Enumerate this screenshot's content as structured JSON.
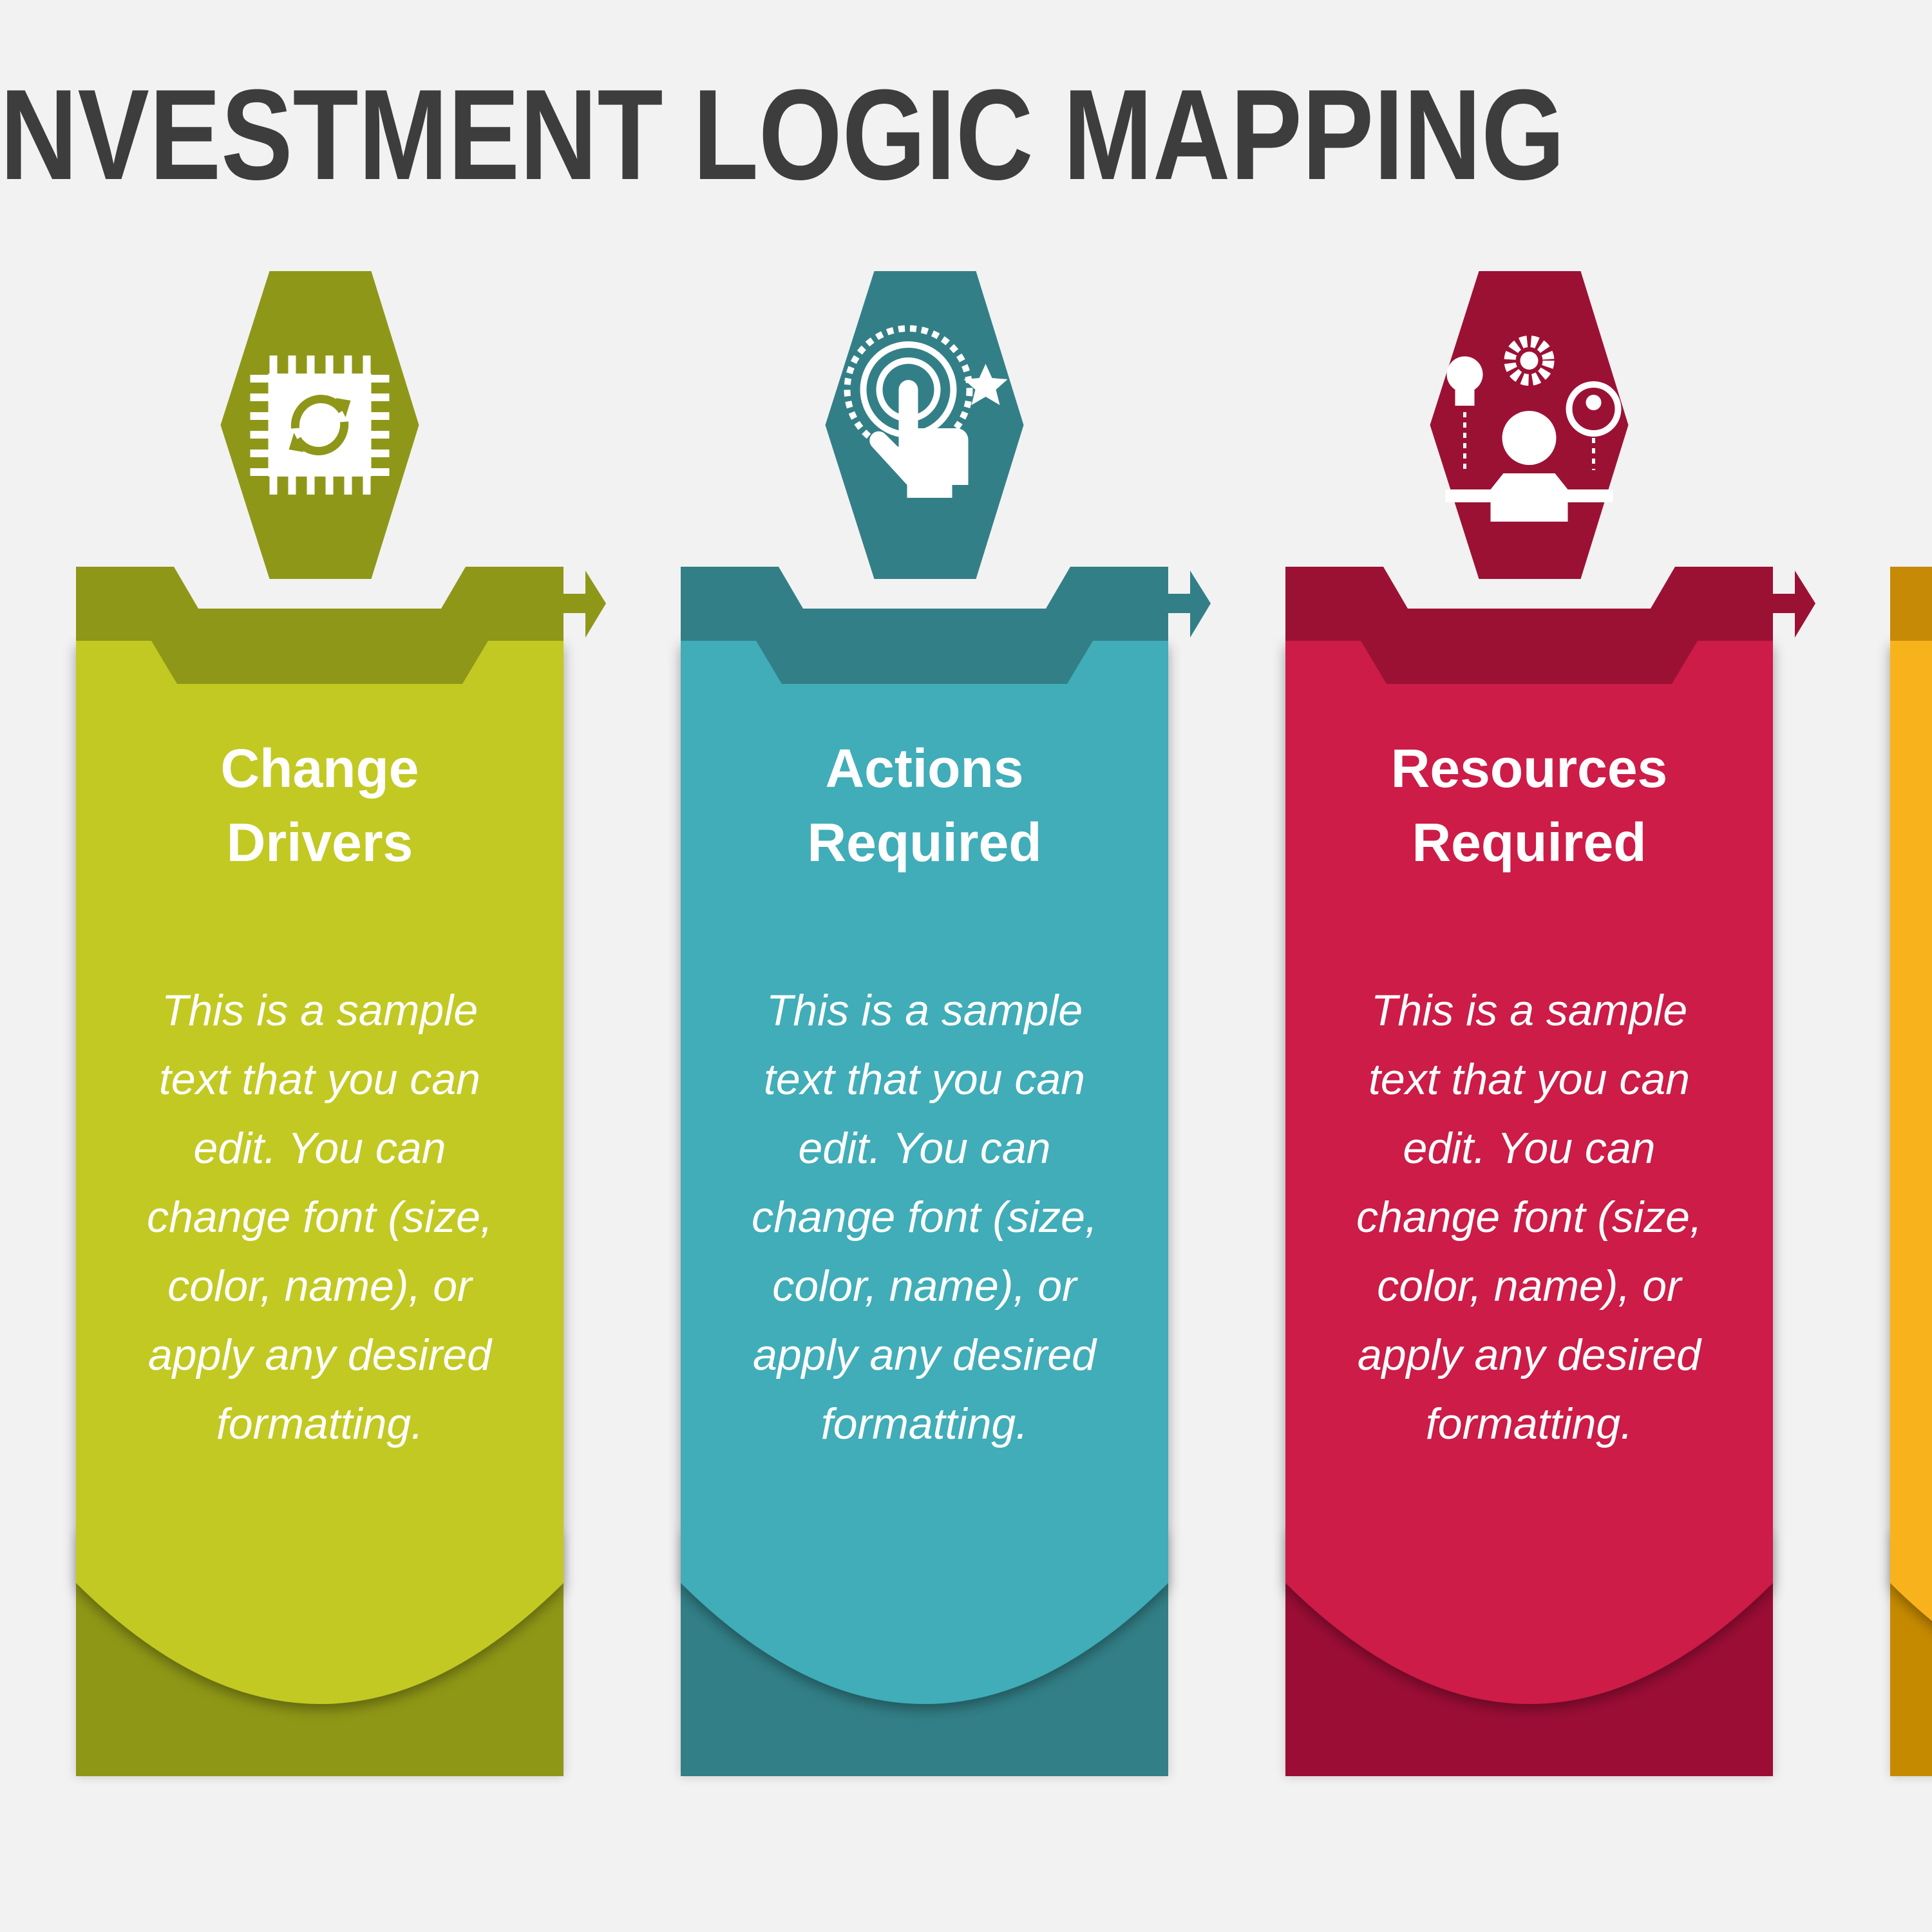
{
  "title": "NVESTMENT LOGIC MAPPING",
  "columns": [
    {
      "heading": [
        "Change",
        "Drivers"
      ],
      "icon": "chip-refresh-icon",
      "body": [
        "This is a sample",
        "text that you can",
        "edit. You can",
        "change font (size,",
        "color, name), or",
        "apply any desired",
        "formatting."
      ],
      "dark": "#8f9719",
      "light": "#c2c923"
    },
    {
      "heading": [
        "Actions",
        "Required"
      ],
      "icon": "touch-target-icon",
      "body": [
        "This is a sample",
        "text that you can",
        "edit. You can",
        "change font (size,",
        "color, name), or",
        "apply any desired",
        "formatting."
      ],
      "dark": "#337f87",
      "light": "#40adb8"
    },
    {
      "heading": [
        "Resources",
        "Required"
      ],
      "icon": "manager-resources-icon",
      "body": [
        "This is a sample",
        "text that you can",
        "edit. You can",
        "change font (size,",
        "color, name), or",
        "apply any desired",
        "formatting."
      ],
      "dark": "#9b1134",
      "light": "#cc1a47"
    },
    {
      "heading": [],
      "icon": "",
      "body": [],
      "dark": "#c68a06",
      "light": "#f8b31a"
    }
  ],
  "colors": {
    "background": "#f2f2f2",
    "title": "#3d3d3d"
  }
}
